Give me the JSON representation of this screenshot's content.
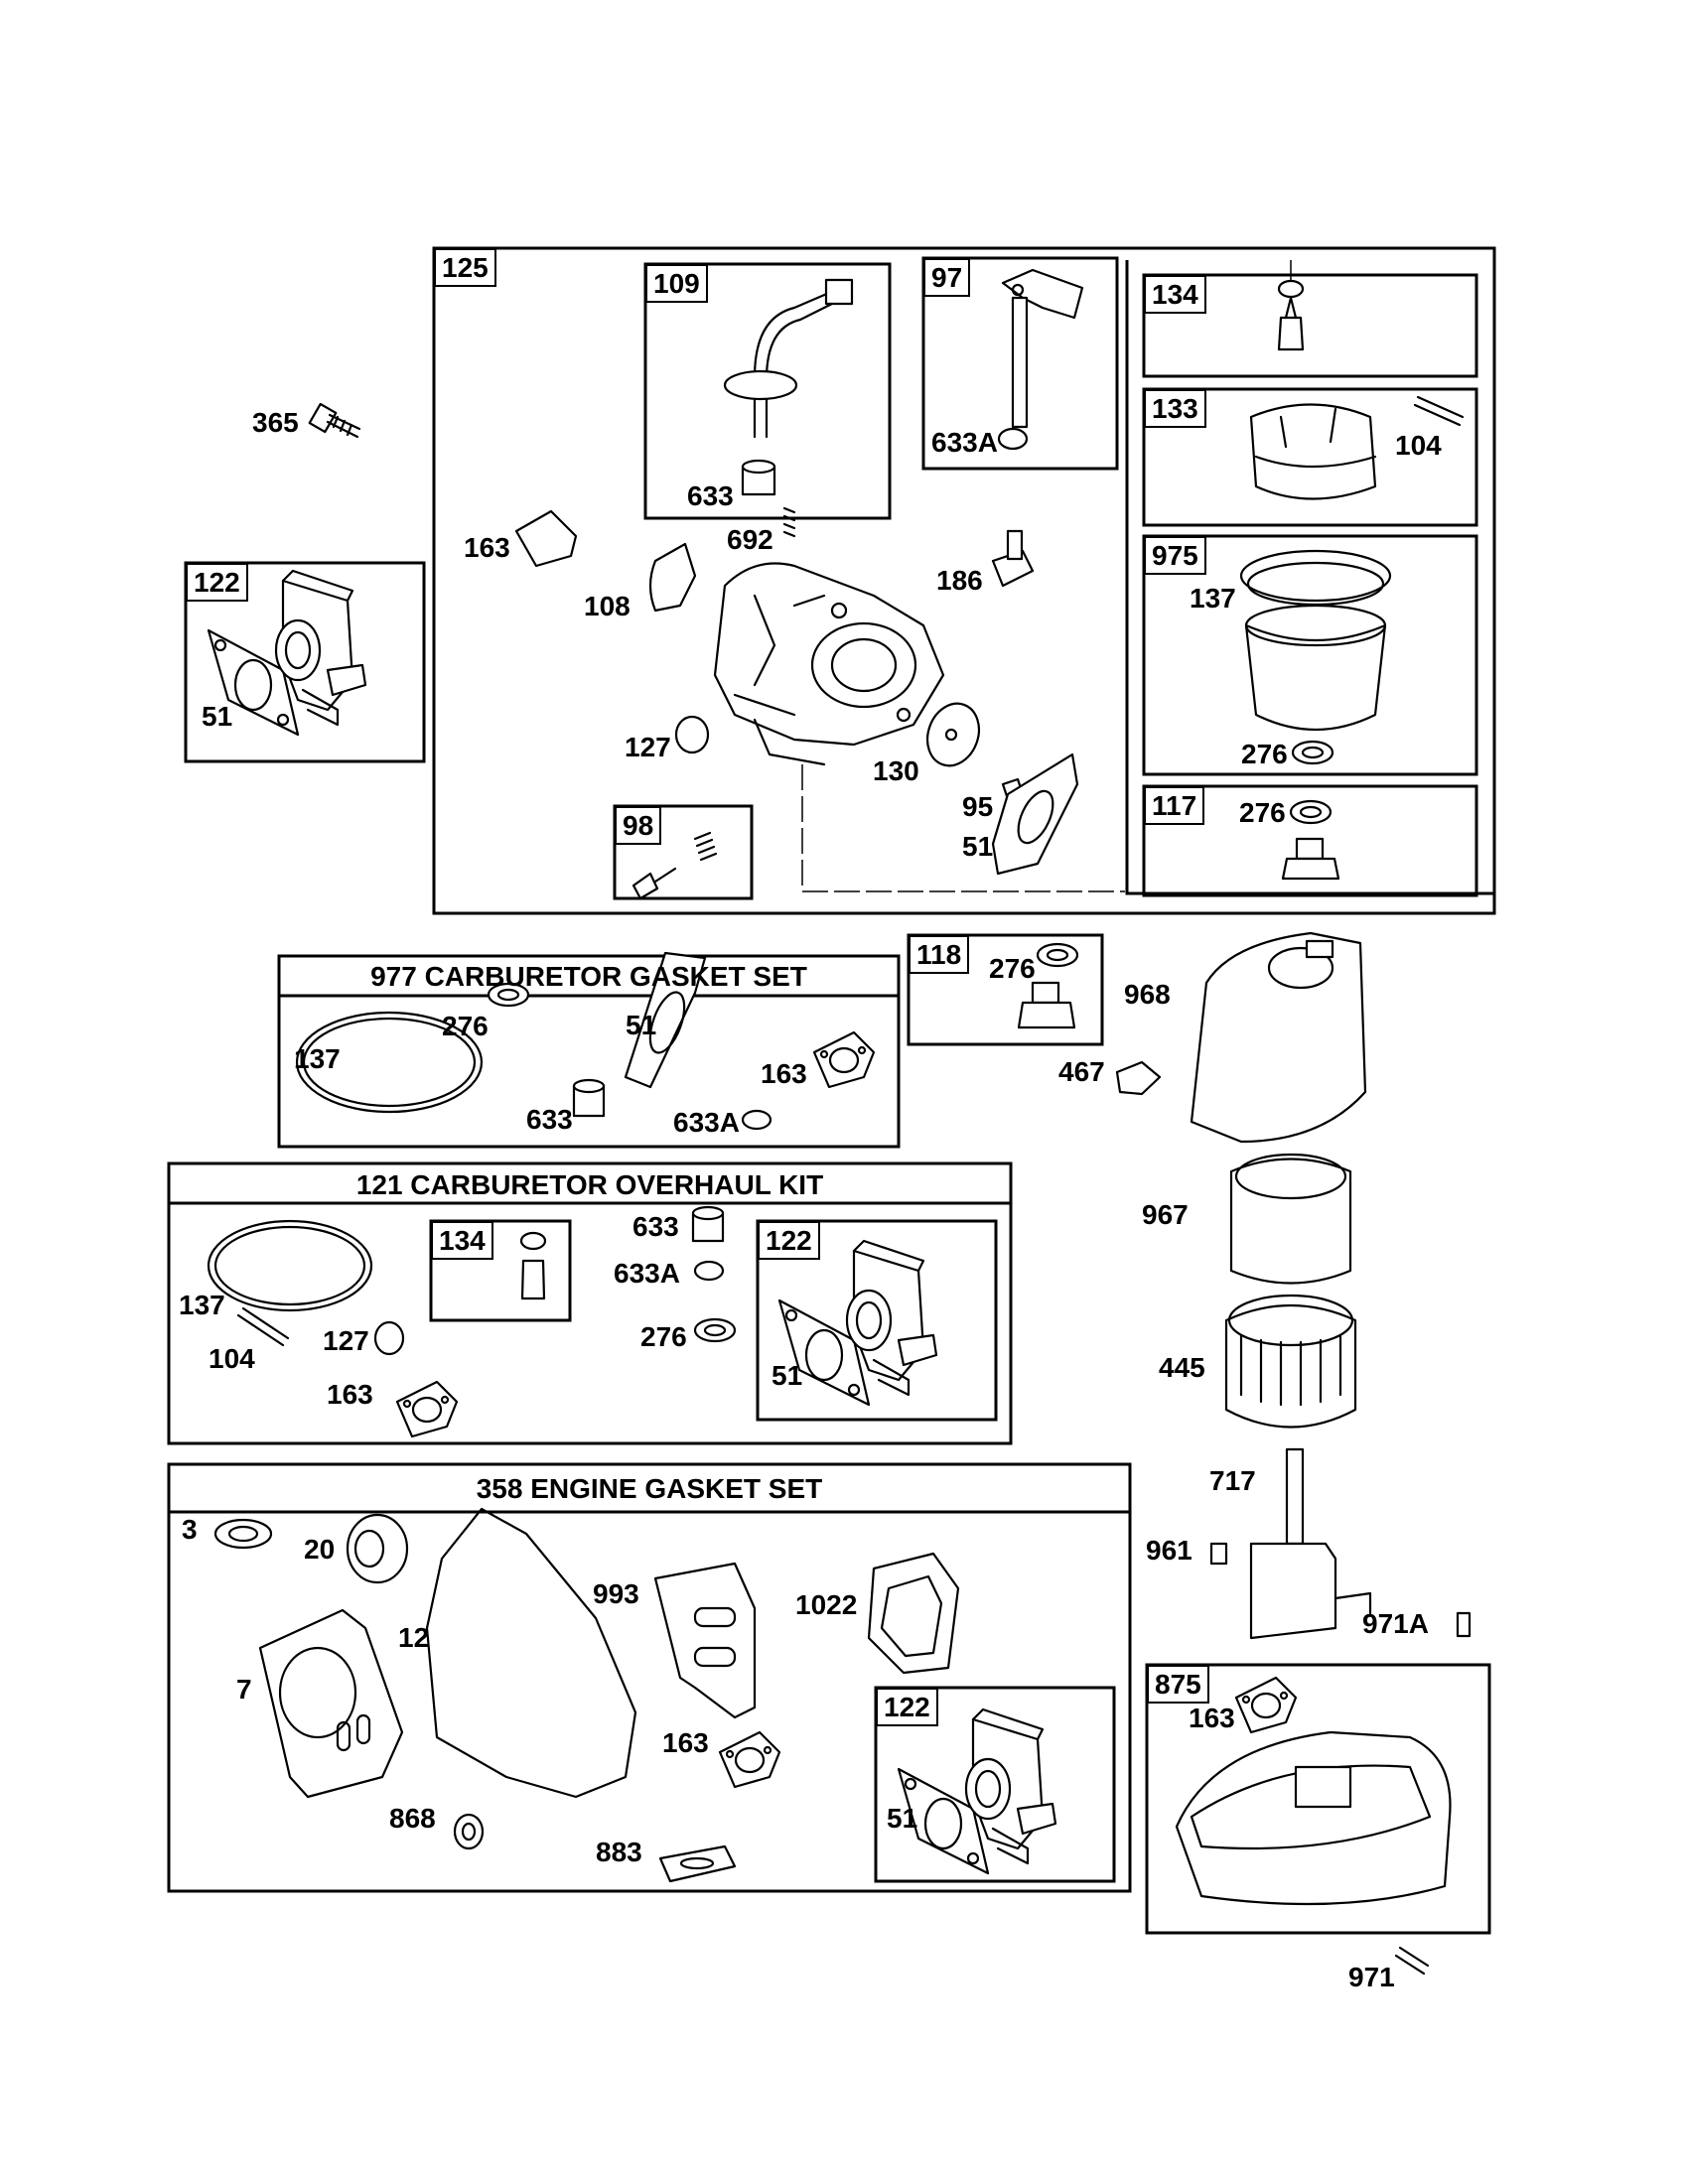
{
  "kits": {
    "carb_gasket_set": "977 CARBURETOR  GASKET SET",
    "carb_overhaul_kit": "121 CARBURETOR OVERHAUL KIT",
    "engine_gasket_set": "358 ENGINE GASKET SET"
  },
  "boxes": {
    "b125": "125",
    "b109": "109",
    "b97": "97",
    "b134": "134",
    "b133": "133",
    "b975": "975",
    "b117": "117",
    "b98": "98",
    "b122a": "122",
    "b118": "118",
    "b134k": "134",
    "b122k": "122",
    "b122e": "122",
    "b875": "875"
  },
  "parts": {
    "p365": "365",
    "p51a": "51",
    "p163a": "163",
    "p108": "108",
    "p633a": "633",
    "p692": "692",
    "p633A_97": "633A",
    "p186": "186",
    "p127a": "127",
    "p130": "130",
    "p95": "95",
    "p51b": "51",
    "p104a": "104",
    "p137a": "137",
    "p276a": "276",
    "p276b": "276",
    "p276c": "276",
    "p968": "968",
    "p467": "467",
    "p137b": "137",
    "p276d": "276",
    "p51c": "51",
    "p163b": "163",
    "p633b": "633",
    "p633Ab": "633A",
    "p633c": "633",
    "p633Ac": "633A",
    "p276e": "276",
    "p137c": "137",
    "p104b": "104",
    "p127b": "127",
    "p163c": "163",
    "p51d": "51",
    "p967": "967",
    "p445": "445",
    "p717": "717",
    "p961": "961",
    "p971A": "971A",
    "p3": "3",
    "p20": "20",
    "p993": "993",
    "p1022": "1022",
    "p12": "12",
    "p7": "7",
    "p163d": "163",
    "p51e": "51",
    "p868": "868",
    "p883": "883",
    "p163e": "163",
    "p971": "971"
  }
}
